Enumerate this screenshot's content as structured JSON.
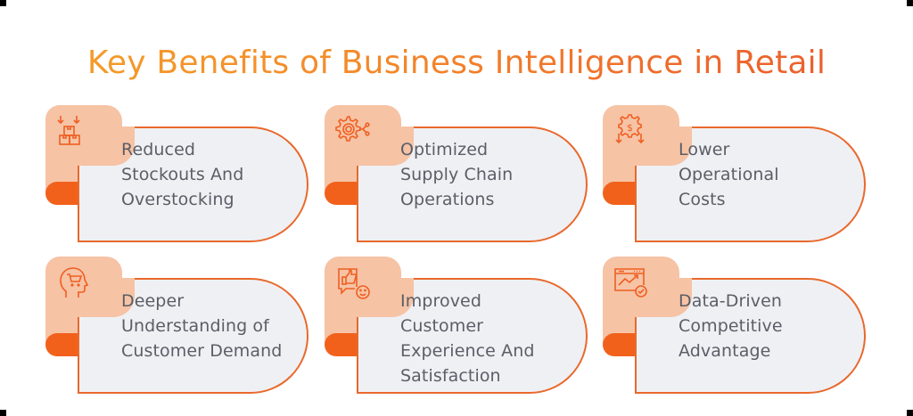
{
  "title": "Key Benefits of Business Intelligence in Retail",
  "colors": {
    "title_start": "#f5a02a",
    "title_end": "#e85a2e",
    "tab_fill": "#f6c3a5",
    "accent_bar": "#f2611c",
    "card_fill": "#eff0f4",
    "card_border": "#e8692c",
    "icon_stroke": "#ef5f22",
    "text": "#5b5e66"
  },
  "cards": [
    {
      "icon": "boxes-down-arrows-icon",
      "lines": [
        "Reduced",
        "Stockouts And",
        "Overstocking"
      ]
    },
    {
      "icon": "gear-network-icon",
      "lines": [
        "Optimized",
        "Supply Chain",
        "Operations"
      ]
    },
    {
      "icon": "dollar-gear-down-arrows-icon",
      "lines": [
        "Lower",
        "Operational",
        "Costs"
      ]
    },
    {
      "icon": "head-cart-icon",
      "lines": [
        "Deeper",
        "Understanding of",
        "Customer Demand"
      ]
    },
    {
      "icon": "thumbs-up-smiley-icon",
      "lines": [
        "Improved",
        "Customer",
        "Experience And",
        "Satisfaction"
      ]
    },
    {
      "icon": "chart-window-check-icon",
      "lines": [
        "Data-Driven",
        "Competitive",
        "Advantage"
      ]
    }
  ]
}
